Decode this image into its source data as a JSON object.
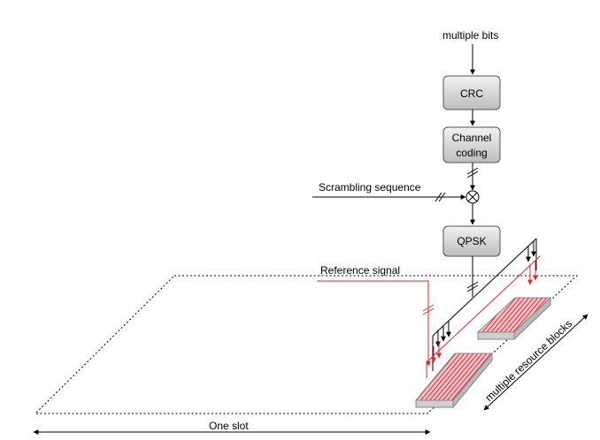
{
  "diagram": {
    "input_label": "multiple bits",
    "blocks": {
      "crc": "CRC",
      "channel_coding_line1": "Channel",
      "channel_coding_line2": "coding",
      "qpsk": "QPSK"
    },
    "scrambling_label": "Scrambling sequence",
    "reference_signal_label": "Reference signal",
    "slot_label": "One slot",
    "resource_blocks_label": "multiple resource blocks",
    "colors": {
      "reference": "#e8262b",
      "data_path": "#000000",
      "block_fill": "#d6d6d6",
      "rb_fill": "#f5b3b8",
      "rb_stripe": "#d2232a"
    }
  }
}
